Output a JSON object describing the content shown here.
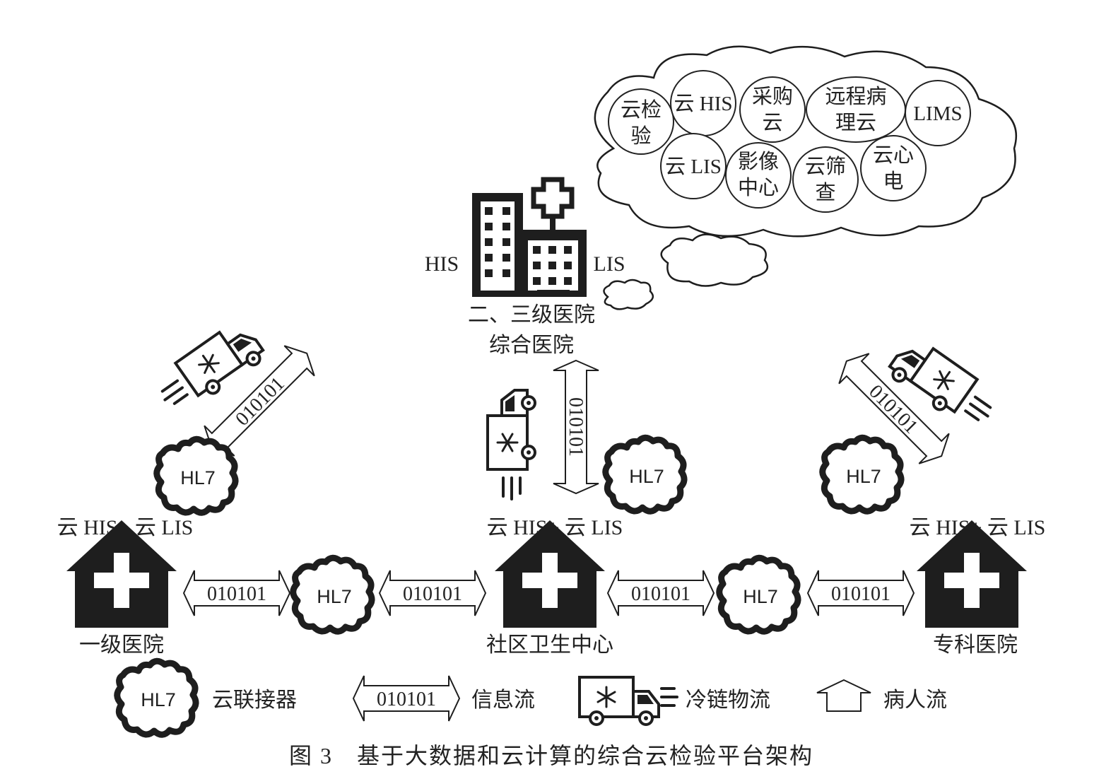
{
  "cloud_services": [
    {
      "line1": "云检",
      "line2": "验"
    },
    {
      "line1": "云 HIS",
      "line2": ""
    },
    {
      "line1": "采购",
      "line2": "云"
    },
    {
      "line1": "远程病",
      "line2": "理云"
    },
    {
      "line1": "LIMS",
      "line2": ""
    },
    {
      "line1": "云 LIS",
      "line2": ""
    },
    {
      "line1": "影像",
      "line2": "中心"
    },
    {
      "line1": "云筛",
      "line2": "查"
    },
    {
      "line1": "云心",
      "line2": "电"
    }
  ],
  "top_hospital": {
    "left_label": "HIS",
    "right_label": "LIS",
    "name_line1": "二、三级医院",
    "name_line2": "综合医院"
  },
  "nodes": [
    {
      "system": "云 HIS+ 云 LIS",
      "name": "一级医院"
    },
    {
      "system": "云 HIS+ 云 LIS",
      "name": "社区卫生中心"
    },
    {
      "system": "云 HIS+ 云 LIS",
      "name": "专科医院"
    }
  ],
  "connector_label": "HL7",
  "info_flow_label": "010101",
  "legend": {
    "connector": "云联接器",
    "info_flow": "信息流",
    "cold_chain": "冷链物流",
    "patient_flow": "病人流"
  },
  "caption": "图 3　基于大数据和云计算的综合云检验平台架构",
  "icons": {
    "connector": "gear-badge-icon",
    "truck": "refrigerated-truck-icon",
    "house": "clinic-house-icon",
    "hospital": "hospital-building-icon",
    "cloud": "cloud-icon",
    "patient": "up-arrow-icon"
  }
}
